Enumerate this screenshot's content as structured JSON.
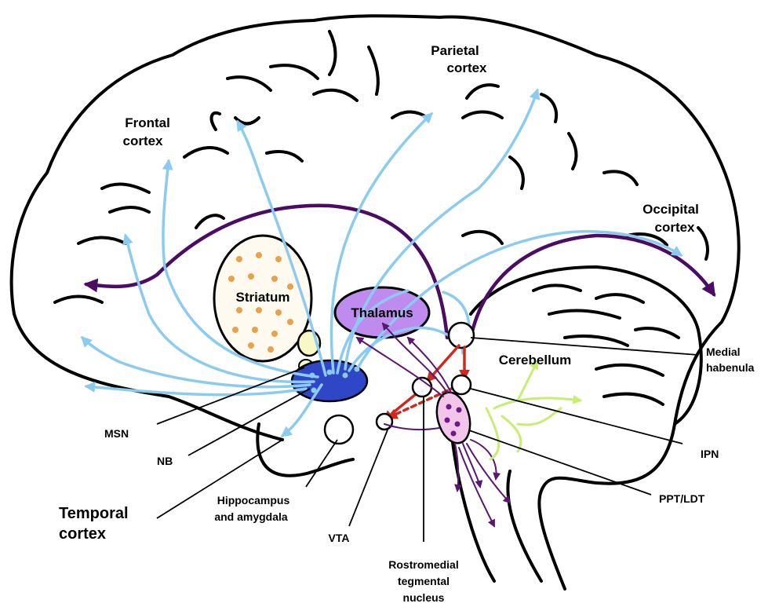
{
  "labels": {
    "parietal_cortex": [
      "Parietal",
      "cortex"
    ],
    "frontal_cortex": [
      "Frontal",
      "cortex"
    ],
    "occipital_cortex": [
      "Occipital",
      "cortex"
    ],
    "striatum": "Striatum",
    "thalamus": "Thalamus",
    "cerebellum": "Cerebellum",
    "medial_habenula": [
      "Medial",
      "habenula"
    ],
    "ipn": "IPN",
    "ppt_ldt": "PPT/LDT",
    "msn": "MSN",
    "nb": "NB",
    "temporal_cortex": [
      "Temporal",
      "cortex"
    ],
    "hippocampus_amygdala": [
      "Hippocampus",
      "and amygdala"
    ],
    "vta": "VTA",
    "rmtg": [
      "Rostromedial",
      "tegmental",
      "nucleus"
    ]
  },
  "colors": {
    "outline": "#000000",
    "cholinergic_projection": "#8ccbf0",
    "long_projection": "#4b0c63",
    "habenular_projection": "#d0281c",
    "cerebellar_projection": "#c6ee70",
    "thalamus_fill": "#c08bee",
    "nb_fill": "#2f46c6",
    "striatum_dots": "#e8a24a",
    "ppt_ldt_fill": "#f3c5ea"
  }
}
